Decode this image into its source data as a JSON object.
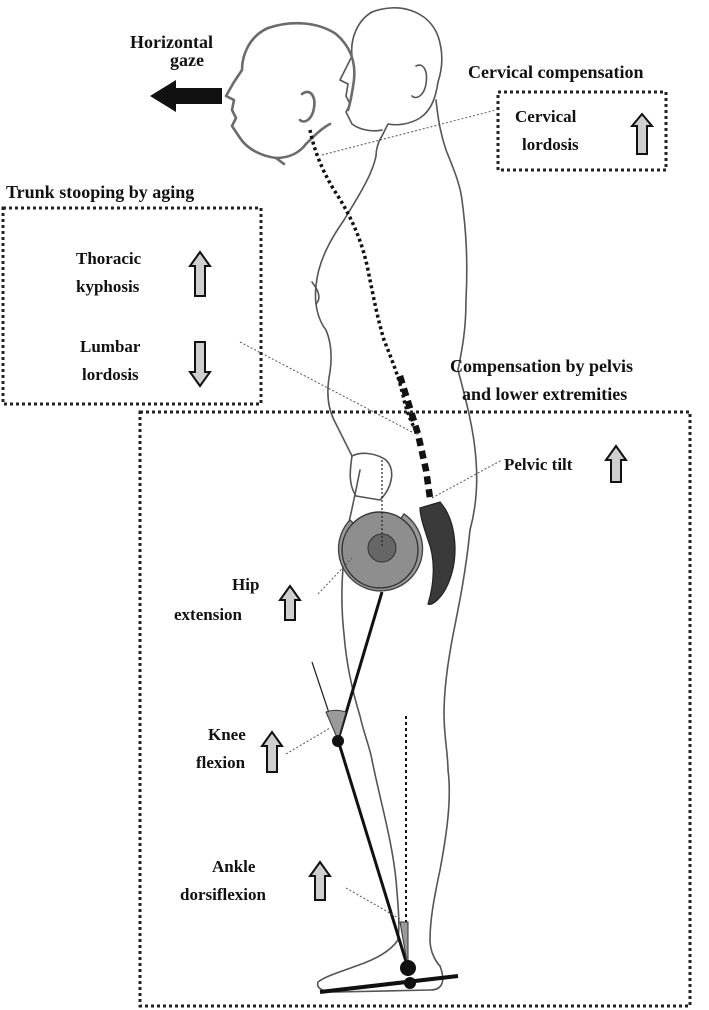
{
  "gaze": {
    "line1": "Horizontal",
    "line2": "gaze"
  },
  "cervical": {
    "heading": "Cervical compensation",
    "line1": "Cervical",
    "line2": "lordosis"
  },
  "trunk": {
    "heading": "Trunk stooping by aging",
    "thoracic_line1": "Thoracic",
    "thoracic_line2": "kyphosis",
    "lumbar_line1": "Lumbar",
    "lumbar_line2": "lordosis"
  },
  "pelvis_section": {
    "heading_line1": "Compensation by pelvis",
    "heading_line2": "and lower extremities",
    "pelvic_tilt": "Pelvic tilt",
    "hip_line1": "Hip",
    "hip_line2": "extension",
    "knee_line1": "Knee",
    "knee_line2": "flexion",
    "ankle_line1": "Ankle",
    "ankle_line2": "dorsiflexion"
  },
  "arrows": {
    "gaze": "left",
    "cervical_lordosis": "up",
    "thoracic_kyphosis": "up",
    "lumbar_lordosis": "down",
    "pelvic_tilt": "up",
    "hip_extension": "up",
    "knee_flexion": "up",
    "ankle_dorsiflexion": "up"
  }
}
